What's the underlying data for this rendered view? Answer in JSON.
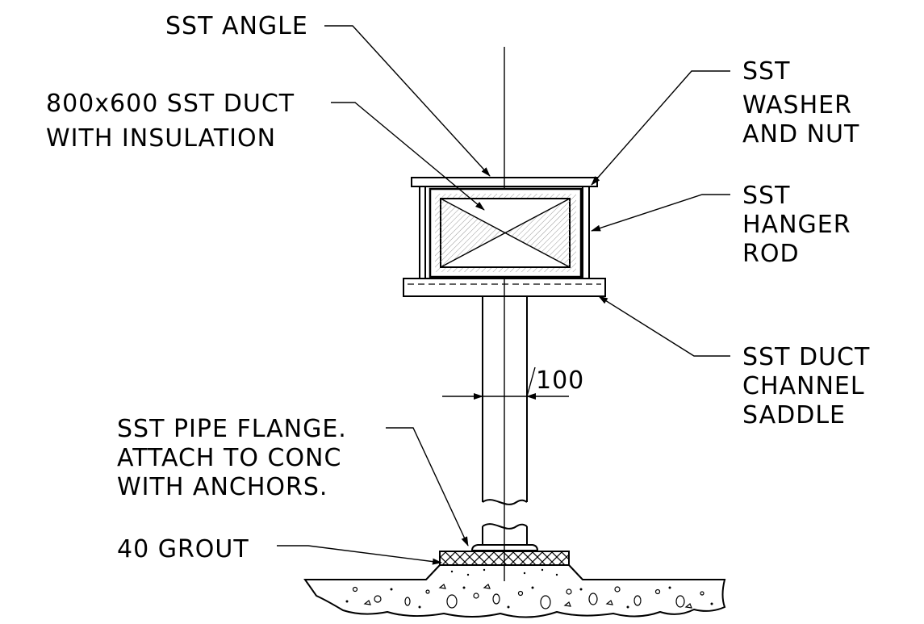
{
  "labels": {
    "sst_angle": "SST ANGLE",
    "duct_line1": "800x600 SST DUCT",
    "duct_line2": "WITH INSULATION",
    "washer_line1": "SST",
    "washer_line2": "WASHER",
    "washer_line3": "AND NUT",
    "rod_line1": "SST",
    "rod_line2": "HANGER",
    "rod_line3": "ROD",
    "saddle_line1": "SST DUCT",
    "saddle_line2": "CHANNEL",
    "saddle_line3": "SADDLE",
    "dimension": "100",
    "flange_line1": "SST PIPE FLANGE.",
    "flange_line2": "ATTACH TO CONC",
    "flange_line3": "WITH ANCHORS.",
    "grout": "40 GROUT"
  },
  "colors": {
    "line": "#000000",
    "background": "#ffffff",
    "hatch": "#9a9a9a"
  }
}
